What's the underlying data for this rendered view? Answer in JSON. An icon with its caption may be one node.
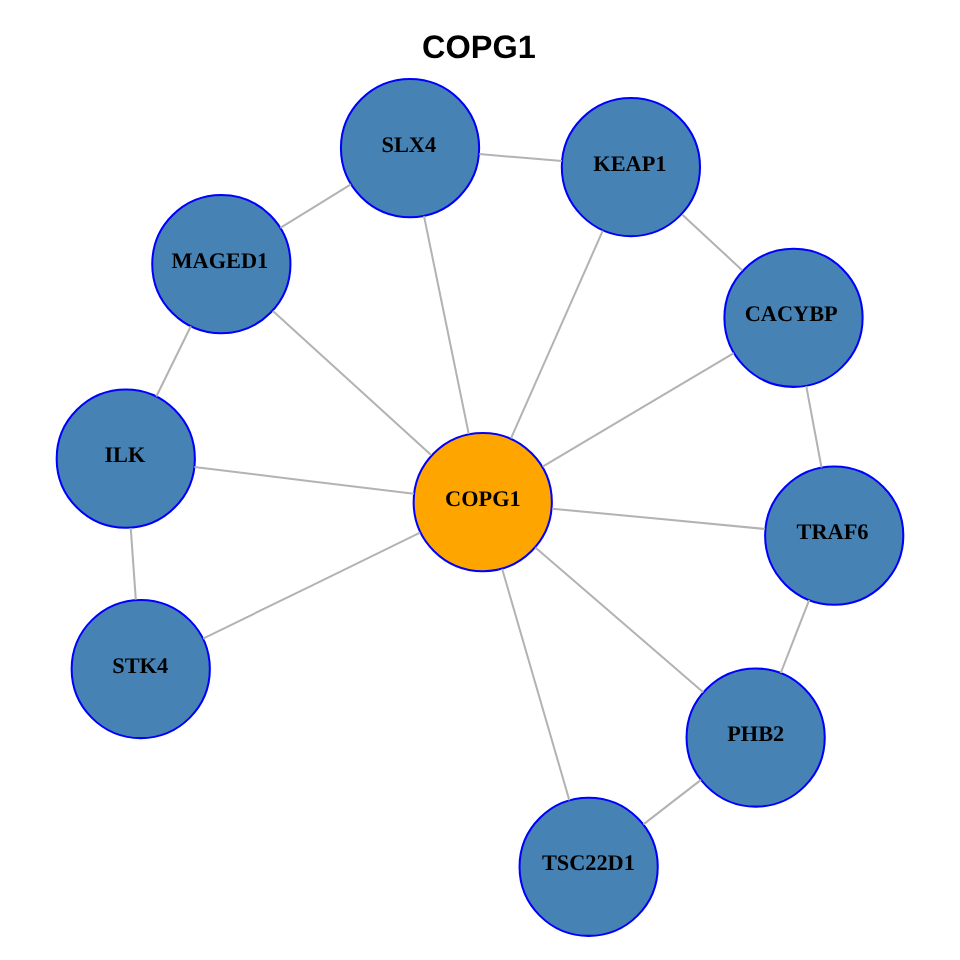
{
  "diagram": {
    "title": "COPG1",
    "nodes": [
      {
        "text": [
          "SLX4"
        ]
      },
      {
        "text": [
          "MAGED1"
        ]
      },
      {
        "text": [
          "ILK"
        ]
      },
      {
        "text": [
          "KEAP1"
        ]
      },
      {
        "text": [
          "COPG1"
        ]
      },
      {
        "text": [
          "STK4"
        ]
      },
      {
        "text": [
          "CACYBP"
        ]
      },
      {
        "text": [
          "TRAF6"
        ]
      },
      {
        "text": [
          "TSC22D1"
        ]
      },
      {
        "text": [
          "PHB2"
        ]
      }
    ],
    "edges": [
      {
        "from": 4,
        "to": 0,
        "arrow": "none"
      },
      {
        "from": 4,
        "to": 1,
        "arrow": "none"
      },
      {
        "from": 4,
        "to": 2,
        "arrow": "none"
      },
      {
        "from": 4,
        "to": 5,
        "arrow": "none"
      },
      {
        "from": 4,
        "to": 8,
        "arrow": "none"
      },
      {
        "from": 4,
        "to": 9,
        "arrow": "none"
      },
      {
        "from": 4,
        "to": 7,
        "arrow": "none"
      },
      {
        "from": 4,
        "to": 6,
        "arrow": "none"
      },
      {
        "from": 4,
        "to": 3,
        "arrow": "none"
      },
      {
        "from": 0,
        "to": 1,
        "arrow": "none"
      },
      {
        "from": 1,
        "to": 2,
        "arrow": "none"
      },
      {
        "from": 2,
        "to": 5,
        "arrow": "none"
      },
      {
        "from": 0,
        "to": 3,
        "arrow": "none"
      },
      {
        "from": 3,
        "to": 6,
        "arrow": "none"
      },
      {
        "from": 6,
        "to": 7,
        "arrow": "none"
      },
      {
        "from": 7,
        "to": 9,
        "arrow": "none"
      },
      {
        "from": 9,
        "to": 8,
        "arrow": "none"
      }
    ]
  }
}
